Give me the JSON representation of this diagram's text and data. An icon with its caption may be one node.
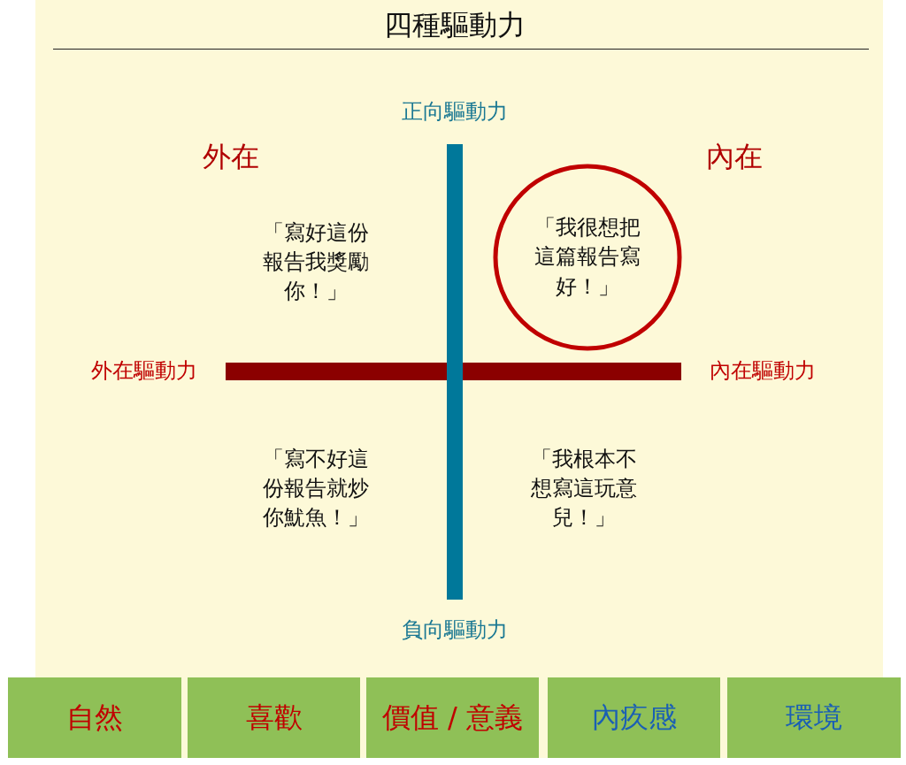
{
  "diagram": {
    "title": "四種驅動力",
    "nodes": [
      {
        "text": [
          "「我很想把這篇報告寫好！」"
        ]
      },
      {
        "text": [
          "自然"
        ]
      },
      {
        "text": [
          "喜歡"
        ]
      },
      {
        "text": [
          "價值 / 意義"
        ]
      },
      {
        "text": [
          "內疚感"
        ]
      },
      {
        "text": [
          "環境"
        ]
      }
    ],
    "edges": [],
    "labels": [
      "正向驅動力",
      "外在",
      "內在",
      "「寫好這份報告我獎勵你！」",
      "外在驅動力",
      "內在驅動力",
      "「寫不好這份報告就炒你魷魚！」",
      "「我根本不想寫這玩意兒！」",
      "負向驅動力"
    ]
  }
}
